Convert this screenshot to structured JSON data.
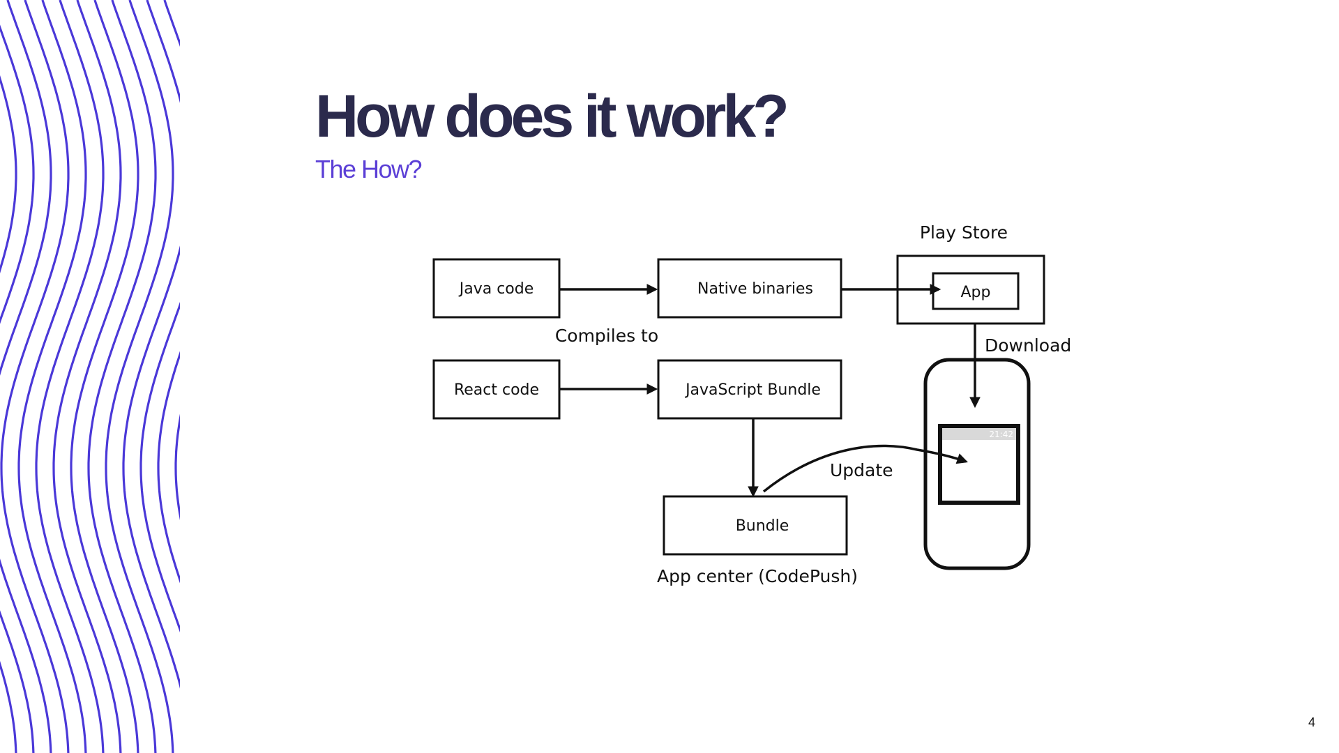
{
  "slide": {
    "title": "How does it work?",
    "subtitle": "The How?",
    "page_number": "4"
  },
  "diagram": {
    "nodes": {
      "java_code": "Java code",
      "native_binaries": "Native binaries",
      "app": "App",
      "react_code": "React code",
      "javascript_bundle": "JavaScript Bundle",
      "bundle": "Bundle"
    },
    "labels": {
      "play_store": "Play Store",
      "compiles_to": "Compiles to",
      "download": "Download",
      "update": "Update",
      "app_center": "App center (CodePush)",
      "phone_clock": "21:42"
    }
  },
  "colors": {
    "title": "#2b2a4c",
    "subtitle": "#5b3fd6",
    "wave_stripes": "#4a38d8",
    "diagram_ink": "#111111"
  }
}
